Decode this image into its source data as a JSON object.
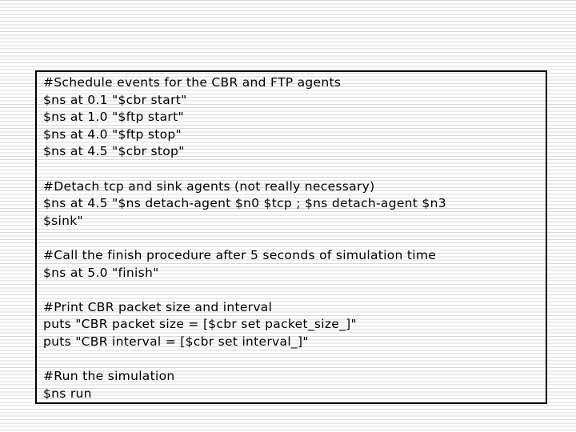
{
  "slide": {
    "background": {
      "stripe_color": "#d9d9d9",
      "base_color": "#ffffff"
    },
    "code_box": {
      "border_color": "#000000",
      "text_color": "#000000",
      "lines": [
        "#Schedule events for the CBR and FTP agents",
        "$ns at 0.1 \"$cbr start\"",
        "$ns at 1.0 \"$ftp start\"",
        "$ns at 4.0 \"$ftp stop\"",
        "$ns at 4.5 \"$cbr stop\"",
        "",
        "#Detach tcp and sink agents (not really necessary)",
        "$ns at 4.5 \"$ns detach-agent $n0 $tcp ; $ns detach-agent $n3",
        "$sink\"",
        "",
        "#Call the finish procedure after 5 seconds of simulation time",
        "$ns at 5.0 \"finish\"",
        "",
        "#Print CBR packet size and interval",
        "puts \"CBR packet size = [$cbr set packet_size_]\"",
        "puts \"CBR interval = [$cbr set interval_]\"",
        "",
        "#Run the simulation",
        "$ns run"
      ]
    }
  }
}
